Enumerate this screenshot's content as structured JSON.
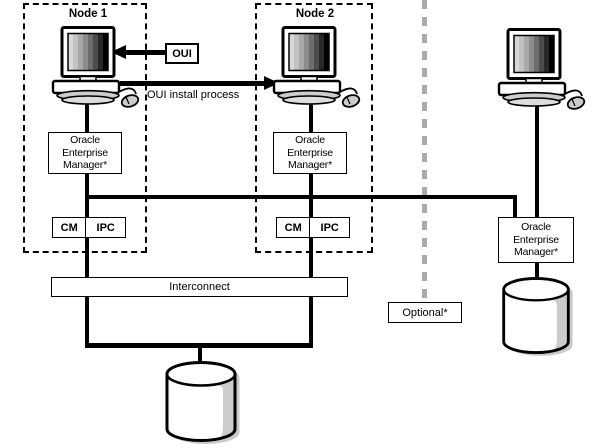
{
  "labels": {
    "node1": "Node 1",
    "node2": "Node 2",
    "oui": "OUI",
    "install_process": "OUI install process",
    "oem_lines": [
      "Oracle",
      "Enterprise",
      "Manager*"
    ],
    "cm": "CM",
    "ipc": "IPC",
    "interconnect": "Interconnect",
    "optional": "Optional*"
  },
  "icons": {
    "workstation": "desktop-computer-with-monitor-keyboard-mouse",
    "database": "database-cylinder"
  },
  "colors": {
    "line": "#000000",
    "background": "#ffffff",
    "optional_divider": "#aaaaaa",
    "cylinder_shade": "#cccccc"
  }
}
